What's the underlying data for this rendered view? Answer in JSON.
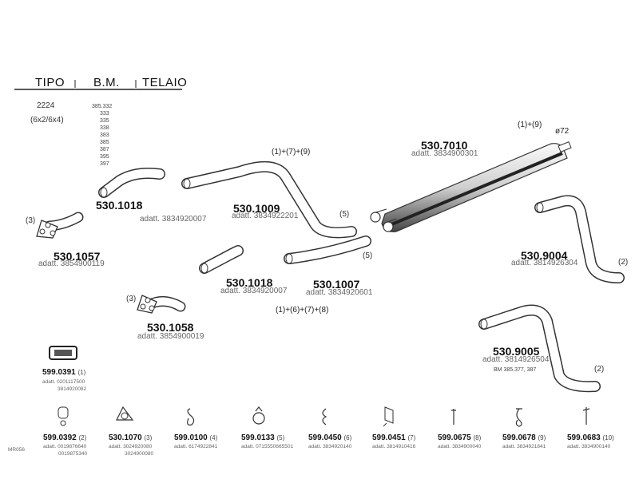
{
  "header": {
    "col1": "TIPO",
    "col2": "B.M.",
    "col3": "TELAIO"
  },
  "vehicle": {
    "type": "2224",
    "drive": "(6x2/6x4)",
    "bm_list": [
      "385.332",
      "333",
      "335",
      "338",
      "383",
      "385",
      "387",
      "395",
      "397"
    ]
  },
  "parts": {
    "p1": {
      "code": "530.1018",
      "adatt": ""
    },
    "p2": {
      "code": "530.1057",
      "adatt": "adatt. 3854900119",
      "qty": "(3)"
    },
    "p3": {
      "code": "530.1009",
      "adatt": "adatt. 3834922201",
      "qty": "(5)",
      "note": "(1)+(7)+(9)"
    },
    "p4": {
      "code": "530.1018",
      "adatt": "adatt. 3834920007"
    },
    "p5": {
      "code": "530.1007",
      "adatt": "adatt. 3834920601",
      "qty": "(5)"
    },
    "p6": {
      "code": "530.1058",
      "adatt": "adatt. 3854900019",
      "qty": "(3)"
    },
    "p7": {
      "code": "530.7010",
      "adatt": "adatt. 3834900301",
      "note": "(1)+(9)",
      "diam": "ø72"
    },
    "p8": {
      "code": "530.9004",
      "adatt": "adatt. 3814926304",
      "qty": "(2)"
    },
    "p9": {
      "code": "530.9005",
      "adatt": "adatt. 3814926504",
      "sub": "BM 385.377, 387",
      "qty": "(2)"
    },
    "p3_adatt2": "adatt. 3834920007",
    "combo_note": "(1)+(6)+(7)+(8)"
  },
  "clamp_part": {
    "code": "599.0391",
    "qty": "(1)",
    "adatt1": "adatt. 0201117500",
    "adatt2": "3814920082"
  },
  "bottom_row": [
    {
      "code": "599.0392",
      "qty": "(2)",
      "adatt1": "adatt. 0019876640",
      "adatt2": "0019875340",
      "icon": "rubber-mount-icon"
    },
    {
      "code": "530.1070",
      "qty": "(3)",
      "adatt1": "adatt. 3024920080",
      "adatt2": "3024900080",
      "icon": "flange-gasket-icon"
    },
    {
      "code": "599.0100",
      "qty": "(4)",
      "adatt1": "adatt. 6174922841",
      "adatt2": "",
      "icon": "hanger-icon"
    },
    {
      "code": "599.0133",
      "qty": "(5)",
      "adatt1": "adatt. 0715550665501",
      "adatt2": "",
      "icon": "pipe-clamp-icon"
    },
    {
      "code": "599.0450",
      "qty": "(6)",
      "adatt1": "adatt. 3834920140",
      "adatt2": "",
      "icon": "spring-bracket-icon"
    },
    {
      "code": "599.0451",
      "qty": "(7)",
      "adatt1": "adatt. 3814910416",
      "adatt2": "",
      "icon": "mounting-plate-icon"
    },
    {
      "code": "599.0675",
      "qty": "(8)",
      "adatt1": "adatt. 3834900040",
      "adatt2": "",
      "icon": "bolt-icon"
    },
    {
      "code": "599.0678",
      "qty": "(9)",
      "adatt1": "adatt. 3834921841",
      "adatt2": "",
      "icon": "hook-hanger-icon"
    },
    {
      "code": "599.0683",
      "qty": "(10)",
      "adatt1": "adatt. 3834900140",
      "adatt2": "",
      "icon": "rod-hanger-icon"
    }
  ],
  "footer_ref": "MR056"
}
